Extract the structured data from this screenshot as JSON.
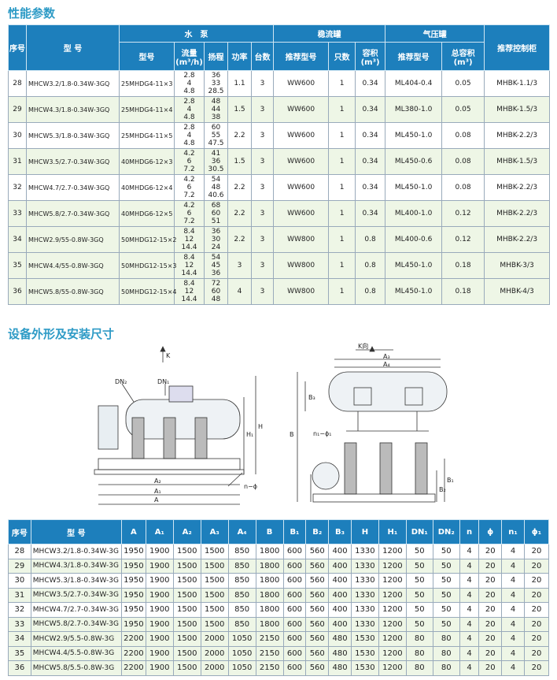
{
  "section1_title": "性能参数",
  "section2_title": "设备外形及安装尺寸",
  "perf": {
    "h_seq": "序号",
    "h_model": "型 号",
    "h_pump": "水　泵",
    "h_stab": "稳流罐",
    "h_tank": "气压罐",
    "h_ctrl": "推荐控制柜",
    "h_pump_model": "型号",
    "h_flow": "流量",
    "h_flow_unit": "(m³/h)",
    "h_head": "扬程",
    "h_power": "功率",
    "h_count": "台数",
    "h_stab_model": "推荐型号",
    "h_stab_num": "只数",
    "h_stab_vol": "容积",
    "h_stab_vol_unit": "(m³)",
    "h_tank_model": "推荐型号",
    "h_tank_vol": "总容积",
    "h_tank_vol_unit": "(m³)",
    "rows": [
      {
        "seq": "28",
        "model": "MHCW3.2/1.8-0.34W-3GQ",
        "pump": "25MHDG4-11×3",
        "f1": "2.8",
        "f2": "4",
        "f3": "4.8",
        "h1": "36",
        "h2": "33",
        "h3": "28.5",
        "power": "1.1",
        "count": "3",
        "stab": "WW600",
        "num": "1",
        "vol": "0.34",
        "tank": "ML404-0.4",
        "tvol": "0.05",
        "ctrl": "MHBK-1.1/3"
      },
      {
        "seq": "29",
        "model": "MHCW4.3/1.8-0.34W-3GQ",
        "pump": "25MHDG4-11×4",
        "f1": "2.8",
        "f2": "4",
        "f3": "4.8",
        "h1": "48",
        "h2": "44",
        "h3": "38",
        "power": "1.5",
        "count": "3",
        "stab": "WW600",
        "num": "1",
        "vol": "0.34",
        "tank": "ML380-1.0",
        "tvol": "0.05",
        "ctrl": "MHBK-1.5/3"
      },
      {
        "seq": "30",
        "model": "MHCW5.3/1.8-0.34W-3GQ",
        "pump": "25MHDG4-11×5",
        "f1": "2.8",
        "f2": "4",
        "f3": "4.8",
        "h1": "60",
        "h2": "55",
        "h3": "47.5",
        "power": "2.2",
        "count": "3",
        "stab": "WW600",
        "num": "1",
        "vol": "0.34",
        "tank": "ML450-1.0",
        "tvol": "0.08",
        "ctrl": "MHBK-2.2/3"
      },
      {
        "seq": "31",
        "model": "MHCW3.5/2.7-0.34W-3GQ",
        "pump": "40MHDG6-12×3",
        "f1": "4.2",
        "f2": "6",
        "f3": "7.2",
        "h1": "41",
        "h2": "36",
        "h3": "30.5",
        "power": "1.5",
        "count": "3",
        "stab": "WW600",
        "num": "1",
        "vol": "0.34",
        "tank": "ML450-0.6",
        "tvol": "0.08",
        "ctrl": "MHBK-1.5/3"
      },
      {
        "seq": "32",
        "model": "MHCW4.7/2.7-0.34W-3GQ",
        "pump": "40MHDG6-12×4",
        "f1": "4.2",
        "f2": "6",
        "f3": "7.2",
        "h1": "54",
        "h2": "48",
        "h3": "40.6",
        "power": "2.2",
        "count": "3",
        "stab": "WW600",
        "num": "1",
        "vol": "0.34",
        "tank": "ML450-1.0",
        "tvol": "0.08",
        "ctrl": "MHBK-2.2/3"
      },
      {
        "seq": "33",
        "model": "MHCW5.8/2.7-0.34W-3GQ",
        "pump": "40MHDG6-12×5",
        "f1": "4.2",
        "f2": "6",
        "f3": "7.2",
        "h1": "68",
        "h2": "60",
        "h3": "51",
        "power": "2.2",
        "count": "3",
        "stab": "WW600",
        "num": "1",
        "vol": "0.34",
        "tank": "ML400-1.0",
        "tvol": "0.12",
        "ctrl": "MHBK-2.2/3"
      },
      {
        "seq": "34",
        "model": "MHCW2.9/55-0.8W-3GQ",
        "pump": "50MHDG12-15×2",
        "f1": "8.4",
        "f2": "12",
        "f3": "14.4",
        "h1": "36",
        "h2": "30",
        "h3": "24",
        "power": "2.2",
        "count": "3",
        "stab": "WW800",
        "num": "1",
        "vol": "0.8",
        "tank": "ML400-0.6",
        "tvol": "0.12",
        "ctrl": "MHBK-2.2/3"
      },
      {
        "seq": "35",
        "model": "MHCW4.4/55-0.8W-3GQ",
        "pump": "50MHDG12-15×3",
        "f1": "8.4",
        "f2": "12",
        "f3": "14.4",
        "h1": "54",
        "h2": "45",
        "h3": "36",
        "power": "3",
        "count": "3",
        "stab": "WW800",
        "num": "1",
        "vol": "0.8",
        "tank": "ML450-1.0",
        "tvol": "0.18",
        "ctrl": "MHBK-3/3"
      },
      {
        "seq": "36",
        "model": "MHCW5.8/55-0.8W-3GQ",
        "pump": "50MHDG12-15×4",
        "f1": "8.4",
        "f2": "12",
        "f3": "14.4",
        "h1": "72",
        "h2": "60",
        "h3": "48",
        "power": "4",
        "count": "3",
        "stab": "WW800",
        "num": "1",
        "vol": "0.8",
        "tank": "ML450-1.0",
        "tvol": "0.18",
        "ctrl": "MHBK-4/3"
      }
    ]
  },
  "drawing": {
    "k": "K",
    "k_dir": "K向",
    "dn2": "DN₂",
    "dn1": "DN₁",
    "h": "H",
    "h1": "H₁",
    "a": "A",
    "a1": "A₁",
    "a2": "A₂",
    "a3": "A₃",
    "a4": "A₄",
    "b": "B",
    "b1": "B₁",
    "b2": "B₂",
    "b3": "B₃",
    "nphi": "n−ϕ",
    "n1phi1": "n₁−ϕ₁"
  },
  "dims": {
    "headers": [
      "序号",
      "型 号",
      "A",
      "A₁",
      "A₂",
      "A₃",
      "A₄",
      "B",
      "B₁",
      "B₂",
      "B₃",
      "H",
      "H₁",
      "DN₁",
      "DN₂",
      "n",
      "ϕ",
      "n₁",
      "ϕ₁"
    ],
    "rows": [
      [
        "28",
        "MHCW3.2/1.8-0.34W-3G",
        "1950",
        "1900",
        "1500",
        "1500",
        "850",
        "1800",
        "600",
        "560",
        "400",
        "1330",
        "1200",
        "50",
        "50",
        "4",
        "20",
        "4",
        "20"
      ],
      [
        "29",
        "MHCW4.3/1.8-0.34W-3G",
        "1950",
        "1900",
        "1500",
        "1500",
        "850",
        "1800",
        "600",
        "560",
        "400",
        "1330",
        "1200",
        "50",
        "50",
        "4",
        "20",
        "4",
        "20"
      ],
      [
        "30",
        "MHCW5.3/1.8-0.34W-3G",
        "1950",
        "1900",
        "1500",
        "1500",
        "850",
        "1800",
        "600",
        "560",
        "400",
        "1330",
        "1200",
        "50",
        "50",
        "4",
        "20",
        "4",
        "20"
      ],
      [
        "31",
        "MHCW3.5/2.7-0.34W-3G",
        "1950",
        "1900",
        "1500",
        "1500",
        "850",
        "1800",
        "600",
        "560",
        "400",
        "1330",
        "1200",
        "50",
        "50",
        "4",
        "20",
        "4",
        "20"
      ],
      [
        "32",
        "MHCW4.7/2.7-0.34W-3G",
        "1950",
        "1900",
        "1500",
        "1500",
        "850",
        "1800",
        "600",
        "560",
        "400",
        "1330",
        "1200",
        "50",
        "50",
        "4",
        "20",
        "4",
        "20"
      ],
      [
        "33",
        "MHCW5.8/2.7-0.34W-3G",
        "1950",
        "1900",
        "1500",
        "1500",
        "850",
        "1800",
        "600",
        "560",
        "400",
        "1330",
        "1200",
        "50",
        "50",
        "4",
        "20",
        "4",
        "20"
      ],
      [
        "34",
        "MHCW2.9/5.5-0.8W-3G",
        "2200",
        "1900",
        "1500",
        "2000",
        "1050",
        "2150",
        "600",
        "560",
        "480",
        "1530",
        "1200",
        "80",
        "80",
        "4",
        "20",
        "4",
        "20"
      ],
      [
        "35",
        "MHCW4.4/5.5-0.8W-3G",
        "2200",
        "1900",
        "1500",
        "2000",
        "1050",
        "2150",
        "600",
        "560",
        "480",
        "1530",
        "1200",
        "80",
        "80",
        "4",
        "20",
        "4",
        "20"
      ],
      [
        "36",
        "MHCW5.8/5.5-0.8W-3G",
        "2200",
        "1900",
        "1500",
        "2000",
        "1050",
        "2150",
        "600",
        "560",
        "480",
        "1530",
        "1200",
        "80",
        "80",
        "4",
        "20",
        "4",
        "20"
      ]
    ]
  }
}
